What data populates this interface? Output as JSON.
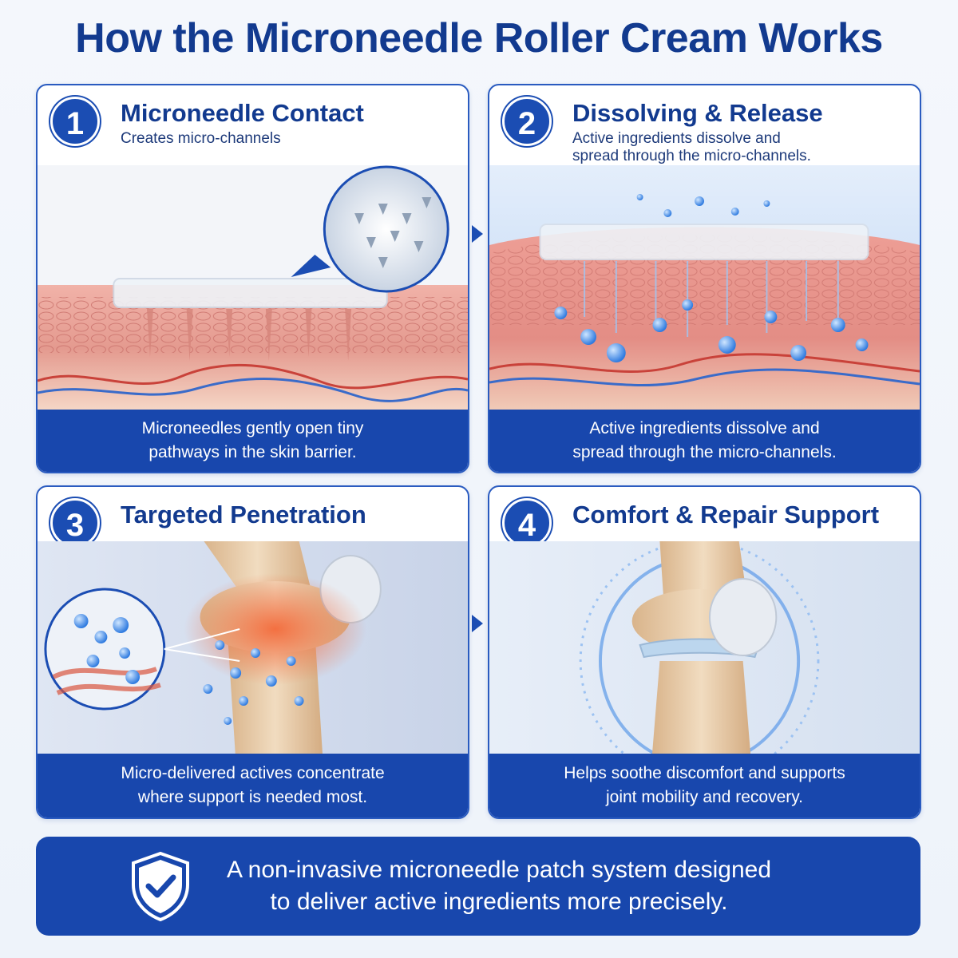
{
  "title": "How the Microneedle Roller Cream Works",
  "panels": [
    {
      "number": "1",
      "title": "Microneedle Contact",
      "subtitle_lines": [
        "Creates micro-channels"
      ],
      "caption_lines": [
        "Microneedles gently open tiny",
        "pathways in the skin barrier."
      ]
    },
    {
      "number": "2",
      "title": "Dissolving & Release",
      "subtitle_lines": [
        "Active ingredients dissolve and",
        "spread through the micro-channels."
      ],
      "caption_lines": [
        "Active ingredients dissolve and",
        "spread through the micro-channels."
      ]
    },
    {
      "number": "3",
      "title": "Targeted Penetration",
      "subtitle_lines": [],
      "caption_lines": [
        "Micro-delivered actives concentrate",
        "where support is needed most."
      ]
    },
    {
      "number": "4",
      "title": "Comfort & Repair Support",
      "subtitle_lines": [],
      "caption_lines": [
        "Helps soothe discomfort and supports",
        "joint mobility and recovery."
      ]
    }
  ],
  "footer": {
    "lines": [
      "A non-invasive microneedle patch system designed",
      "to deliver active ingredients more precisely."
    ],
    "icon": "shield-check-icon"
  },
  "colors": {
    "brand_blue": "#1847ad",
    "title_blue": "#123a8f",
    "skin_pink": "#e9a3a3",
    "bone": "#e8c9a4",
    "molecule_blue": "#3d8ef0",
    "inflammation": "#e8552c"
  }
}
